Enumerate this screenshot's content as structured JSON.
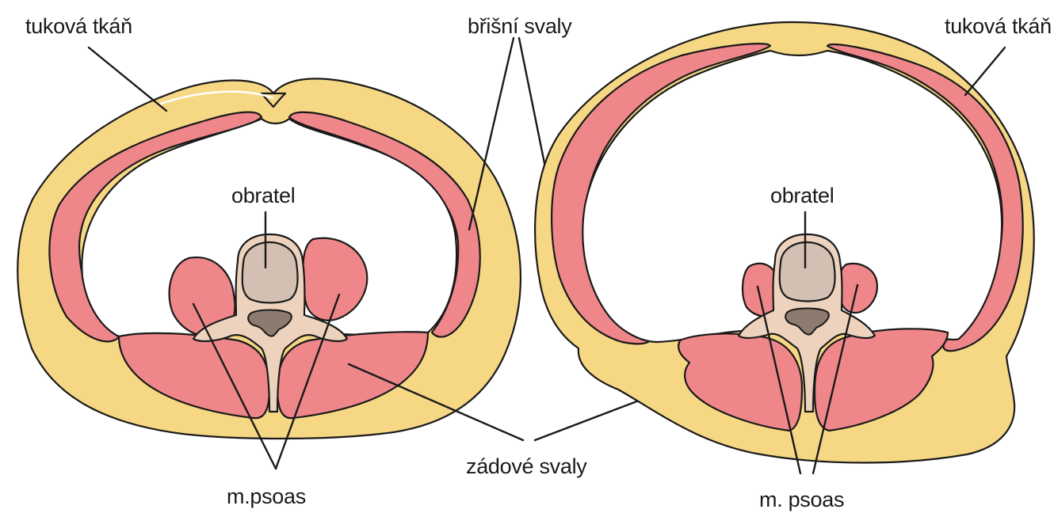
{
  "labels": {
    "fat_left": "tuková tkáň",
    "fat_right": "tuková tkáň",
    "abdominal_muscles": "břišní svaly",
    "vertebra_left": "obratel",
    "vertebra_right": "obratel",
    "back_muscles": "zádové svaly",
    "psoas_left": "m.psoas",
    "psoas_right": "m. psoas"
  },
  "colors": {
    "fat": "#f6d784",
    "muscle": "#ef868a",
    "bone": "#edd3be",
    "vertebral_body": "#d3c0b2",
    "spinal_canal": "#8d7b70",
    "outline": "#1a1a1a"
  }
}
